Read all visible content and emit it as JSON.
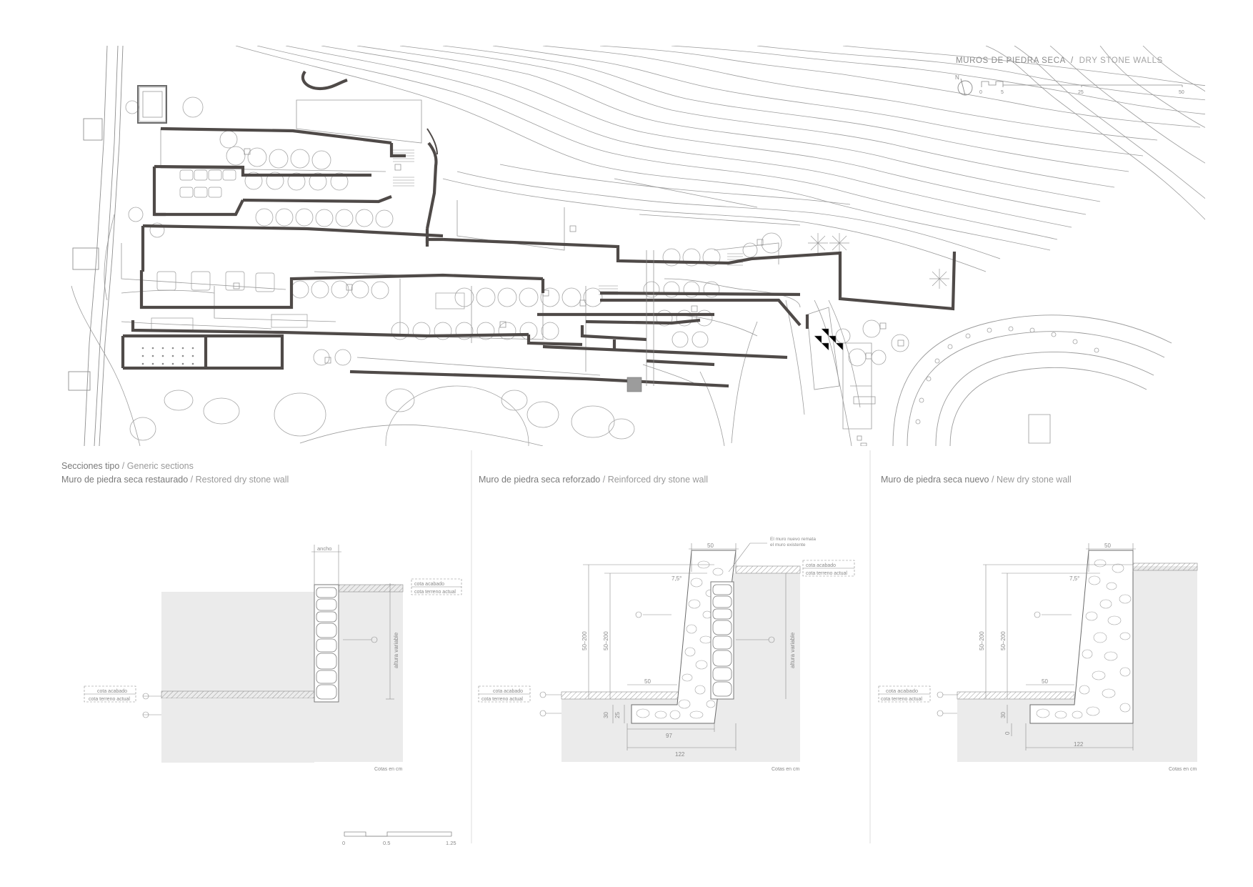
{
  "plan": {
    "title_es": "MUROS DE PIEDRA SECA",
    "title_sep": "/",
    "title_en": "DRY STONE WALLS",
    "north": "N",
    "scale_ticks": [
      "0",
      "5",
      "25",
      "50"
    ]
  },
  "sections": {
    "group_title_es": "Secciones tipo",
    "group_title_en": "Generic sections",
    "restored": {
      "title_es": "Muro de piedra seca restaurado",
      "title_en": "Restored dry stone wall",
      "label_ancho": "ancho",
      "label_cota_acabado": "cota acabado",
      "label_cota_terreno": "cota terreno actual",
      "label_altura": "altura variable",
      "units": "Cotas en cm"
    },
    "reinforced": {
      "title_es": "Muro de piedra seca reforzado",
      "title_en": "Reinforced dry stone wall",
      "note_line1": "El muro nuevo remata",
      "note_line2": "el muro existente",
      "dim_top": "50",
      "angle": "7,5°",
      "dim_height_outer": "50–200",
      "dim_height_inner": "50–200",
      "dim_step": "50",
      "dim_30": "30",
      "dim_25": "25",
      "dim_97": "97",
      "dim_122": "122",
      "label_cota_acabado": "cota acabado",
      "label_cota_terreno": "cota terreno actual",
      "label_altura": "altura variable",
      "units": "Cotas en cm"
    },
    "new_wall": {
      "title_es": "Muro de piedra seca nuevo",
      "title_en": "New dry stone wall",
      "dim_top": "50",
      "angle": "7,5°",
      "dim_height_outer": "50–200",
      "dim_height_inner": "50–200",
      "dim_step": "50",
      "dim_30": "30",
      "dim_0": "0",
      "dim_122": "122",
      "label_cota_acabado": "cota acabado",
      "label_cota_terreno": "cota terreno actual",
      "units": "Cotas en cm"
    },
    "scale_ticks": [
      "0",
      "0.5",
      "1.25"
    ]
  },
  "sep": "/"
}
